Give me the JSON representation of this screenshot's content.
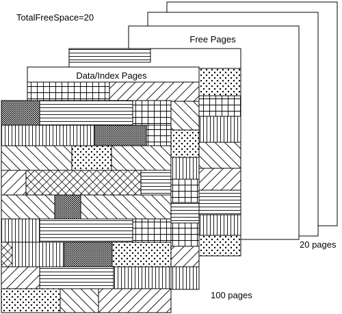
{
  "labels": {
    "total_free_space": "TotalFreeSpace=20",
    "free_pages": "Free Pages",
    "data_index_pages": "Data/Index Pages",
    "free_count": "20 pages",
    "data_count": "100 pages"
  },
  "colors": {
    "ink": "#000000",
    "page": "#ffffff"
  },
  "patterns": [
    "horizontal-lines",
    "vertical-lines",
    "grid",
    "diagonal-left",
    "diagonal-right",
    "crosshatch",
    "dots",
    "dense-dots"
  ]
}
